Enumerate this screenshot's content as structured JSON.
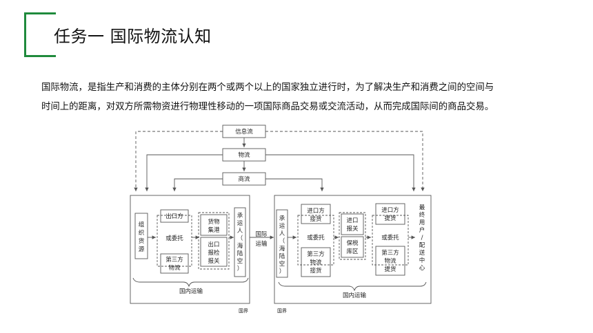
{
  "title": "任务一 国际物流认知",
  "intro": {
    "line1": "国际物流，是指生产和消费的主体分别在两个或两个以上的国家独立进行时，为了解决生产和消费之间的空间与",
    "line2": "时间上的距离，对双方所需物资进行物理性移动的一项国际商品交易或交流活动，从而完成国际间的商品交易。"
  },
  "diagram": {
    "info_flow": "信息流",
    "material_flow": "物流",
    "commercial_flow": "商流",
    "left": {
      "organize_source": [
        "组",
        "织",
        "货",
        "源"
      ],
      "exporter": "出口方",
      "or_entrust": "或委托",
      "third_party": [
        "第三方",
        "物流"
      ],
      "goods_gather": [
        "货物",
        "集港"
      ],
      "export_inspect": [
        "出口",
        "报检",
        "报关"
      ],
      "carrier": [
        "承",
        "运",
        "人",
        "（",
        "海",
        "陆",
        "空",
        "）"
      ],
      "domestic_transport": "国内运输",
      "border": "国界"
    },
    "international_transport": [
      "国际",
      "运输"
    ],
    "right": {
      "carrier": [
        "承",
        "运",
        "人",
        "（",
        "海",
        "陆",
        "空",
        "）"
      ],
      "importer_receive": [
        "进口方",
        "接货"
      ],
      "or_entrust": "或委托",
      "third_party_receive": [
        "第三方",
        "物流",
        "接货"
      ],
      "import_declare": [
        "进口",
        "报关"
      ],
      "bonded_zone": [
        "保税",
        "库区"
      ],
      "importer_pickup": [
        "进口方",
        "提货"
      ],
      "or_entrust2": "或委托",
      "third_party_pickup": [
        "第三方",
        "物流",
        "提货"
      ],
      "final_user": [
        "最",
        "终",
        "用",
        "户",
        "/",
        "配",
        "送",
        "中",
        "心"
      ],
      "domestic_transport": "国内运输",
      "border": "国界"
    }
  }
}
